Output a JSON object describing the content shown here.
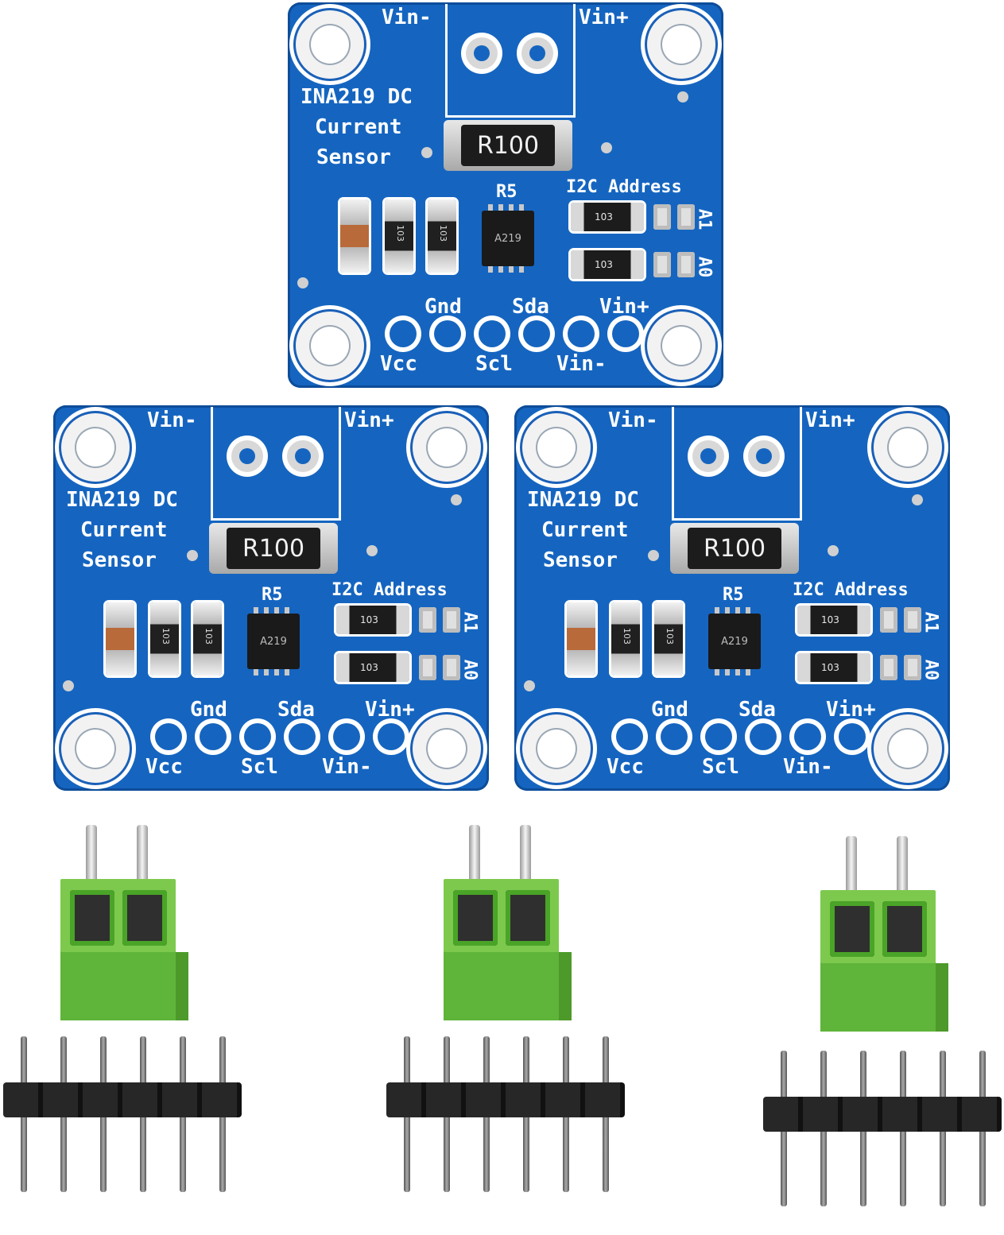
{
  "board": {
    "title_line1": "INA219 DC",
    "title_line2": "Current",
    "title_line3": "Sensor",
    "vin_minus": "Vin-",
    "vin_plus": "Vin+",
    "shunt": "R100",
    "r5": "R5",
    "i2c_address": "I2C Address",
    "ic_marking": "A219",
    "resistor_code": "103",
    "a0": "A0",
    "a1": "A1",
    "gnd": "Gnd",
    "sda": "Sda",
    "vcc": "Vcc",
    "scl": "Scl"
  },
  "colors": {
    "pcb": "#1565c0",
    "terminal_block": "#7dc94d",
    "header": "#1f1f1f"
  }
}
